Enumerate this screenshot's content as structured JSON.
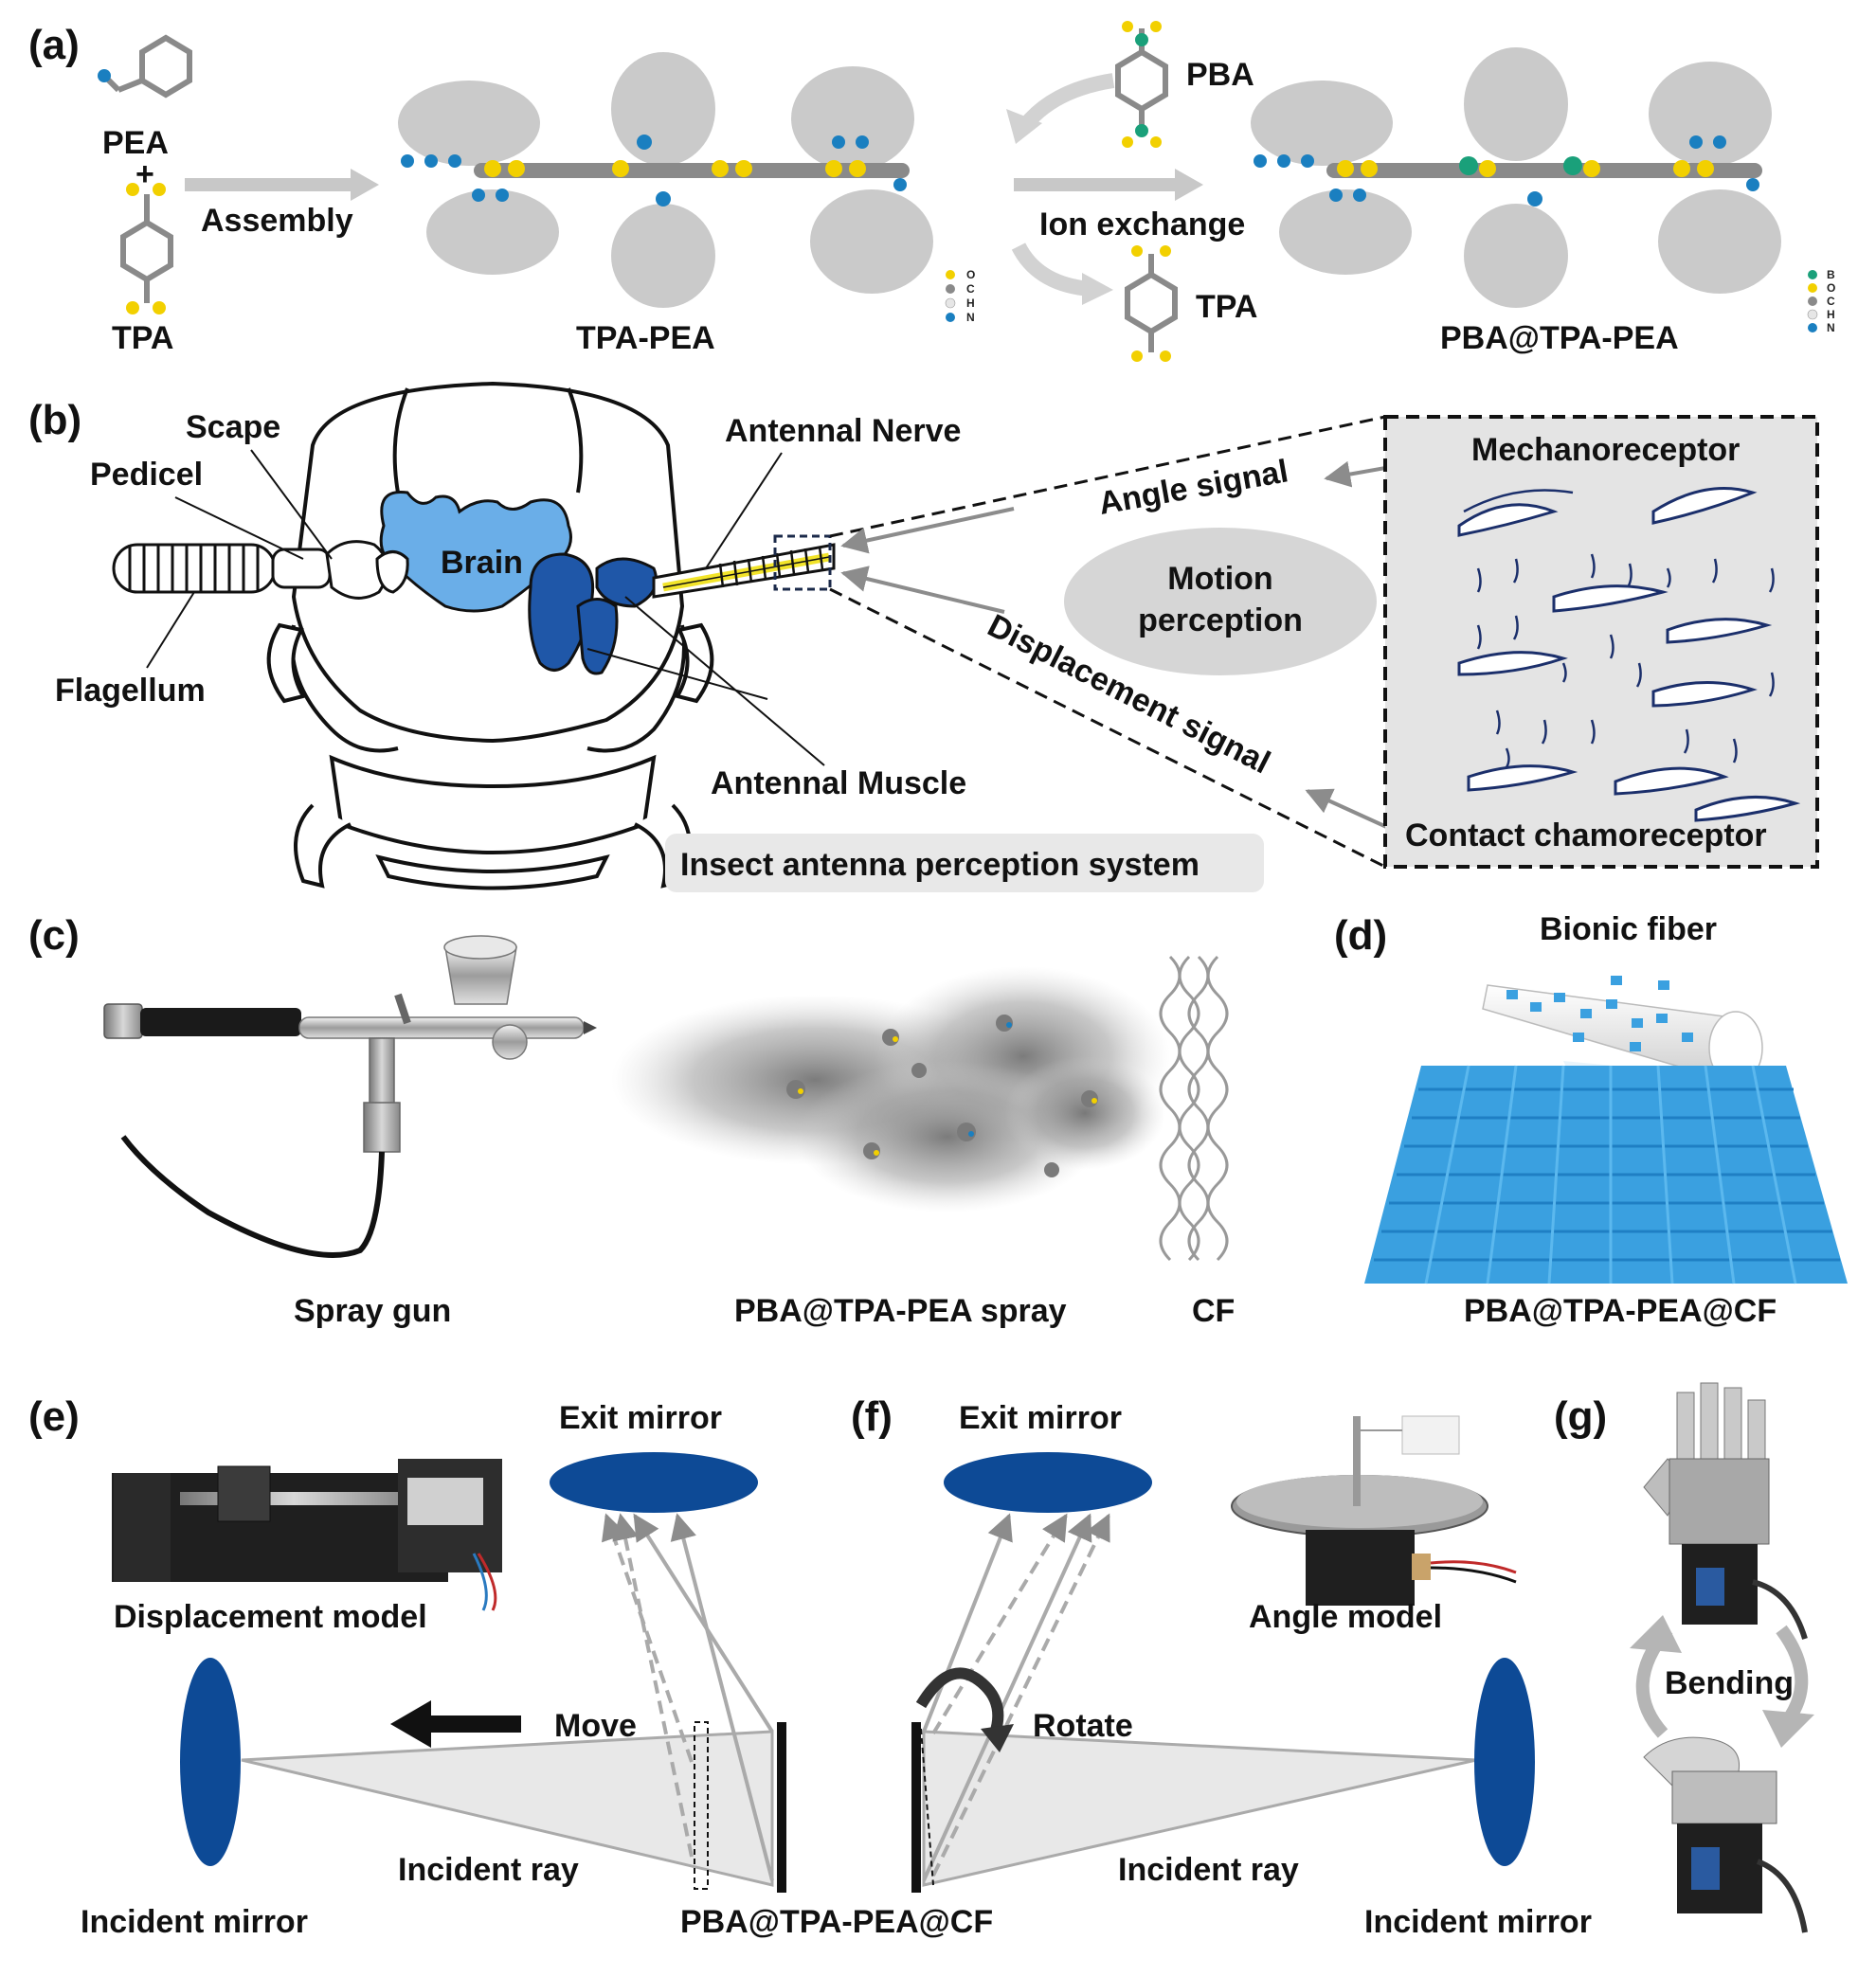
{
  "panels": {
    "a": {
      "label": "(a)",
      "pea": "PEA",
      "plus": "+",
      "tpa": "TPA",
      "assembly": "Assembly",
      "tpa_pea": "TPA-PEA",
      "pba": "PBA",
      "ion_exchange": "Ion exchange",
      "tpa_right": "TPA",
      "pba_tpa_pea": "PBA@TPA-PEA",
      "legend1": [
        "O",
        "C",
        "H",
        "N"
      ],
      "legend2": [
        "B",
        "O",
        "C",
        "H",
        "N"
      ]
    },
    "b": {
      "label": "(b)",
      "scape": "Scape",
      "pedicel": "Pedicel",
      "flagellum": "Flagellum",
      "brain": "Brain",
      "antennal_nerve": "Antennal Nerve",
      "antennal_muscle": "Antennal Muscle",
      "angle_signal": "Angle signal",
      "displacement_signal": "Displacement signal",
      "motion_perception_1": "Motion",
      "motion_perception_2": "perception",
      "mechanoreceptor": "Mechanoreceptor",
      "contact_chemoreceptor": "Contact chamoreceptor",
      "system": "Insect antenna perception system"
    },
    "c": {
      "label": "(c)",
      "spray_gun": "Spray gun",
      "spray": "PBA@TPA-PEA spray",
      "cf": "CF"
    },
    "d": {
      "label": "(d)",
      "bionic_fiber": "Bionic fiber",
      "fabric": "PBA@TPA-PEA@CF"
    },
    "e": {
      "label": "(e)",
      "exit_mirror": "Exit mirror",
      "displacement_model": "Displacement model",
      "move": "Move",
      "incident_ray": "Incident ray",
      "incident_mirror": "Incident mirror",
      "sample": "PBA@TPA-PEA@CF"
    },
    "f": {
      "label": "(f)",
      "exit_mirror": "Exit mirror",
      "angle_model": "Angle model",
      "rotate": "Rotate",
      "incident_ray": "Incident ray",
      "incident_mirror": "Incident mirror"
    },
    "g": {
      "label": "(g)",
      "bending": "Bending"
    }
  },
  "colors": {
    "brain": "#6aaee8",
    "muscle": "#1f57a8",
    "mirror": "#0d4a96",
    "nerve": "#f2e42a",
    "fabric": "#3aa0e0",
    "ray": "#aaaaaa",
    "atom_o": "#f2d000",
    "atom_c": "#8a8a8a",
    "atom_h": "#e6e6e6",
    "atom_n": "#1a7fc0",
    "atom_b": "#1aa07a"
  }
}
